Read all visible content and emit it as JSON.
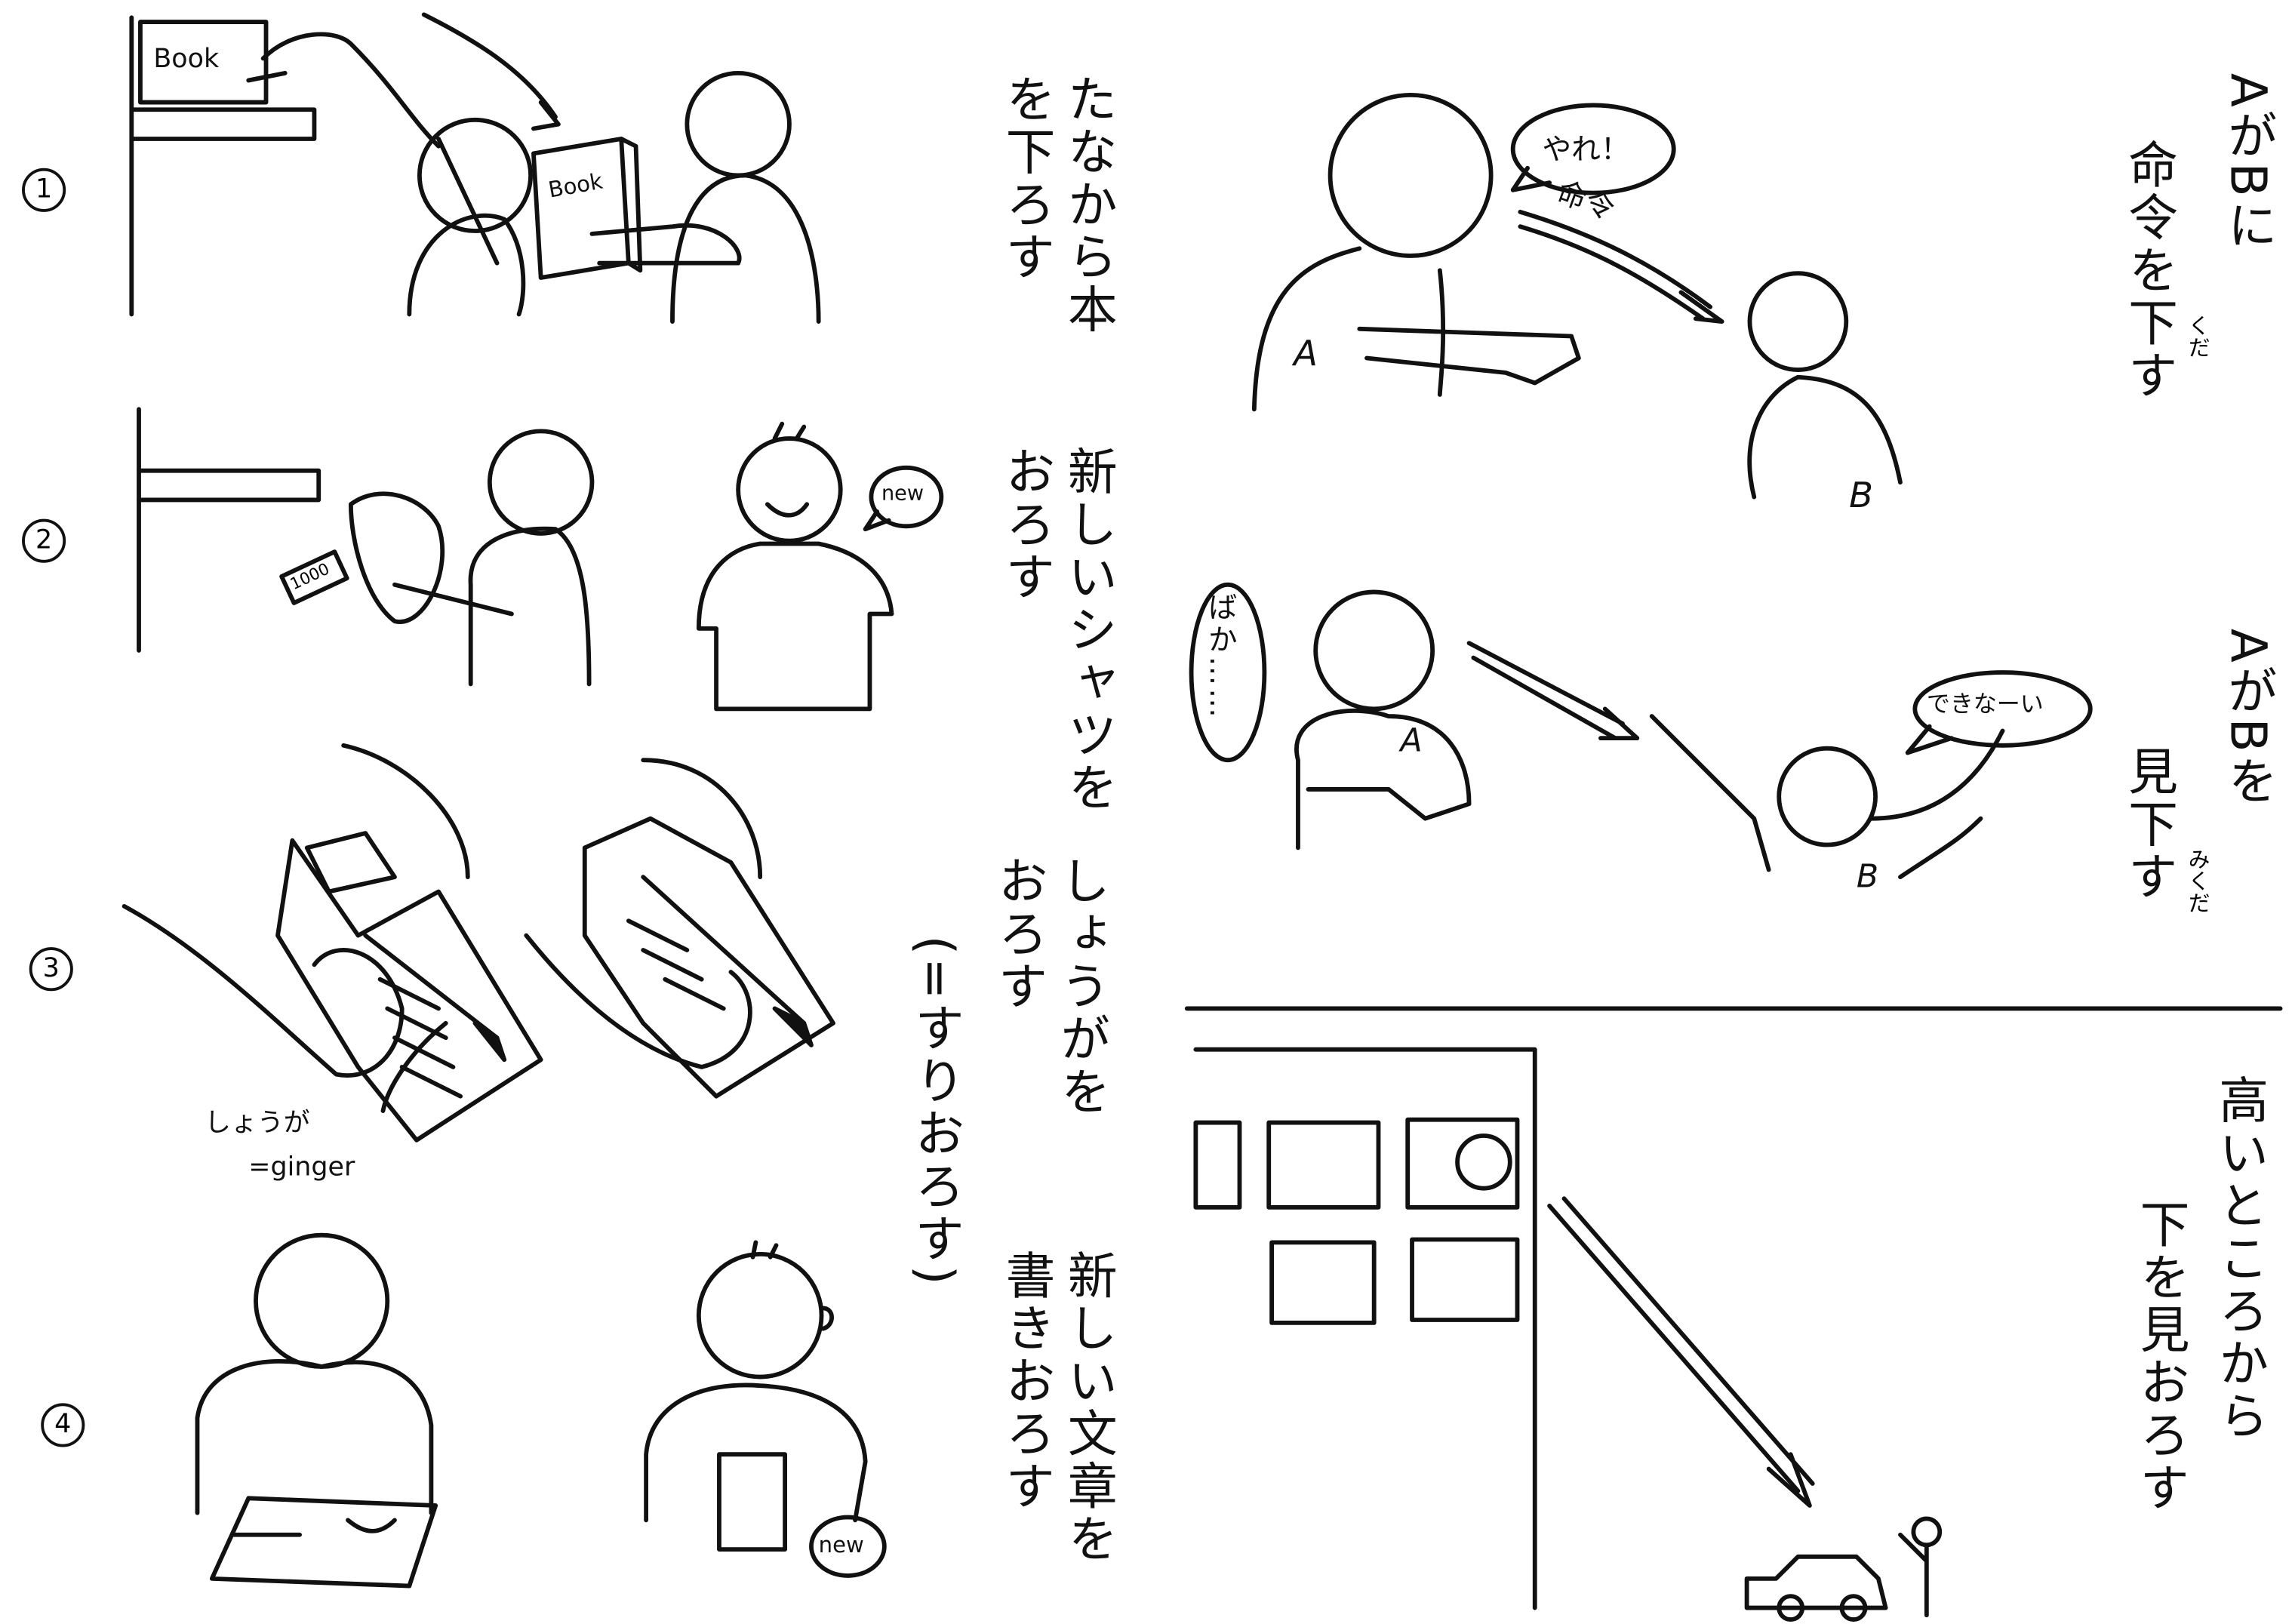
{
  "panels": {
    "p1": {
      "number": "1",
      "caption": "たなから本を下ろす",
      "labels": [
        "Book",
        "Book"
      ]
    },
    "p2": {
      "number": "2",
      "caption": "新しいシャツをおろす",
      "money": "1000",
      "bubble": "new"
    },
    "p3": {
      "number": "3",
      "caption": "しょうがをおろす",
      "caption_note": "(=すりおろす)",
      "label": "しょうが",
      "label_en": "=ginger"
    },
    "p4": {
      "number": "4",
      "caption": "新しい文章を書きおろす",
      "bubble": "new"
    },
    "r1": {
      "caption_line1": "AがBに",
      "caption_line2": "命令を下す",
      "ruby": "くだ",
      "speech": "やれ！",
      "arrow_label": "命令",
      "person_a": "A",
      "person_b": "B"
    },
    "r2": {
      "caption_line1": "AがBを",
      "caption_line2": "見下す",
      "ruby": "みくだ",
      "speech_a": "ばか……",
      "speech_b": "できなーい",
      "person_a": "A",
      "person_b": "B"
    },
    "r3": {
      "caption_line1": "高いところから",
      "caption_line2": "下を見おろす"
    }
  }
}
